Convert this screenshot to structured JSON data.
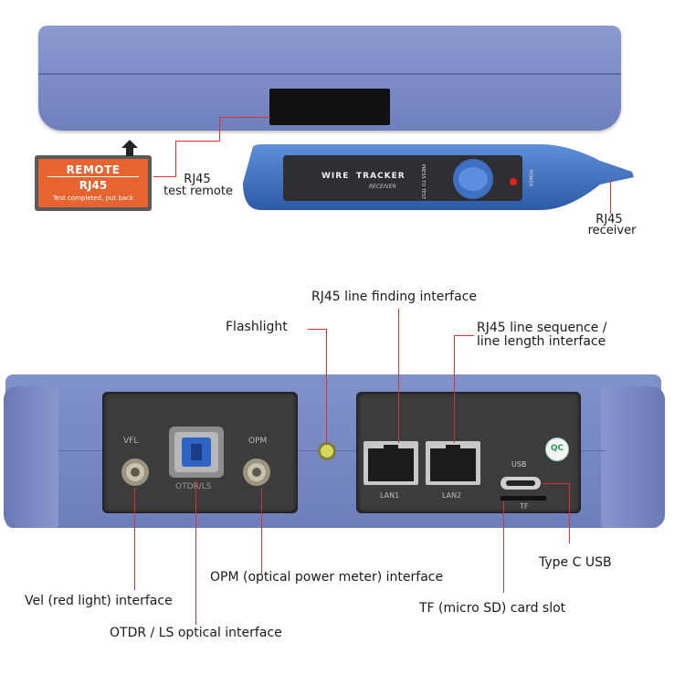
{
  "top": {
    "remote_card": {
      "title": "REMOTE",
      "model": "RJ45",
      "note": "Test completed, put back"
    },
    "receiver": {
      "brand_left": "WIRE",
      "brand_right": "TRACKER",
      "brand_sub": "RECEIVER",
      "press_to_test": "PRESS TO TEST",
      "power": "POWER"
    },
    "labels": {
      "test_remote_line1": "RJ45",
      "test_remote_line2": "test remote",
      "receiver_line1": "RJ45",
      "receiver_line2": "receiver"
    }
  },
  "bottom": {
    "device": {
      "vfl_mark": "VFL",
      "opm_mark": "OPM",
      "otdr_mark": "OTDR/LS",
      "lan1": "LAN1",
      "lan2": "LAN2",
      "usb_mark": "USB",
      "tf_mark": "TF",
      "ce_mark": "QC"
    },
    "labels": {
      "rj45_line_finding": "RJ45 line finding interface",
      "flashlight": "Flashlight",
      "rj45_sequence_line1": "RJ45 line sequence /",
      "rj45_sequence_line2": "line length interface",
      "type_c_usb": "Type C USB",
      "opm_interface": "OPM (optical power meter) interface",
      "tf_card_slot": "TF (micro SD) card slot",
      "vel_interface": "Vel (red light) interface",
      "otdr_interface": "OTDR / LS optical interface"
    }
  },
  "colors": {
    "device_blue": "#7d8dc4",
    "leader_red": "#d8342b",
    "card_orange": "#e7632f",
    "receiver_blue": "#3f6fc0"
  }
}
